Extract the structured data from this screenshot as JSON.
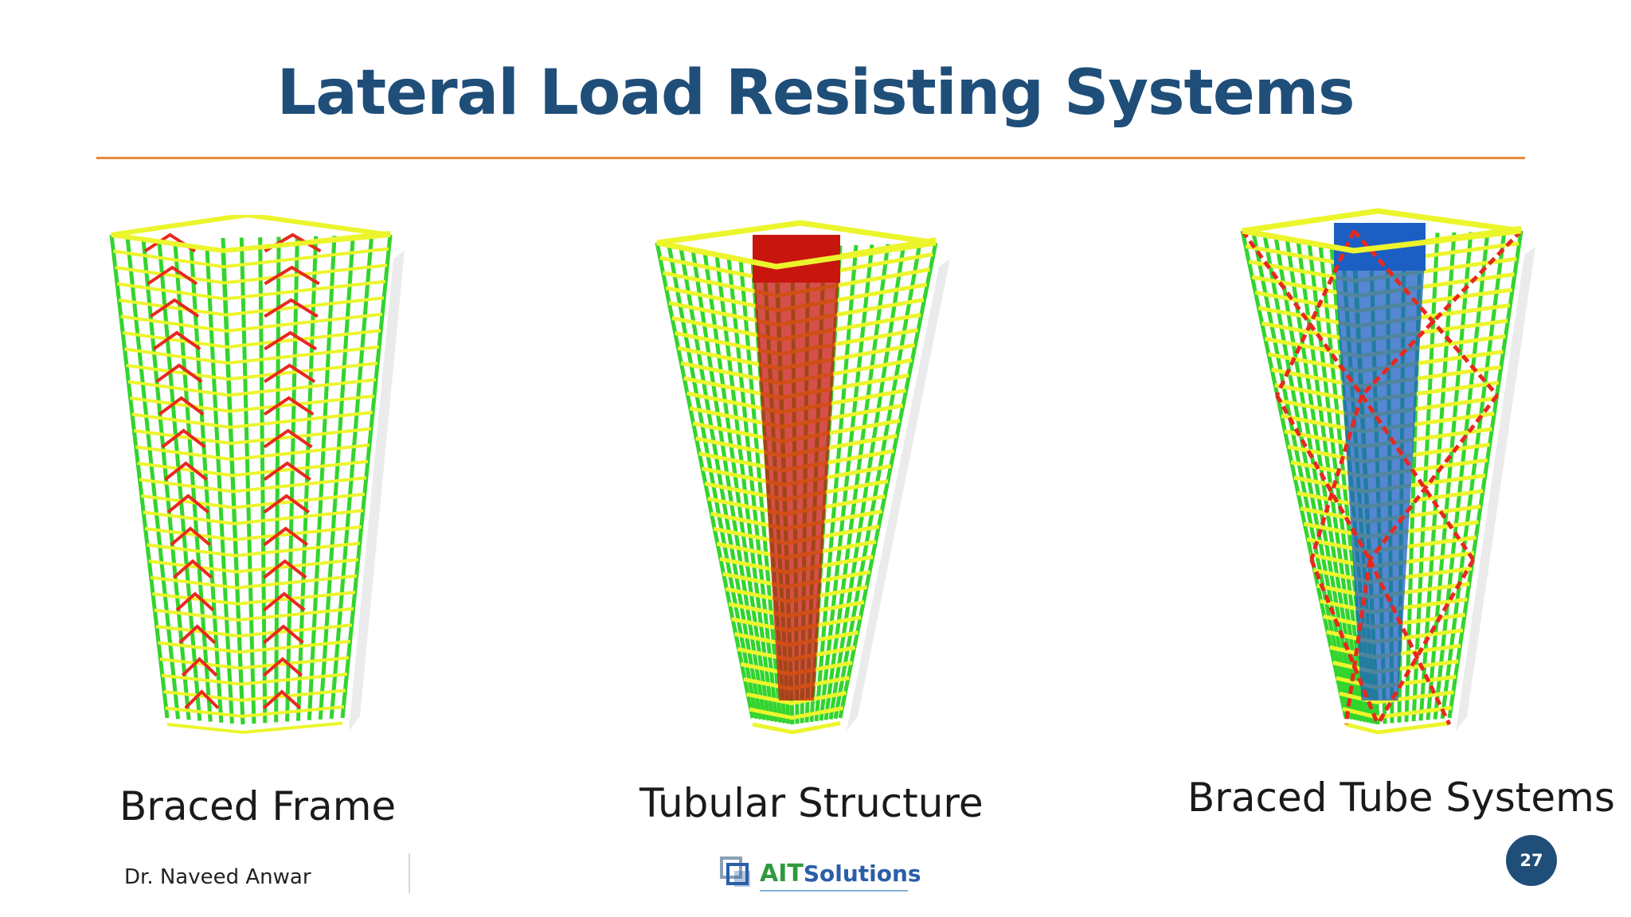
{
  "slide": {
    "title": "Lateral Load Resisting Systems",
    "page_number": "27",
    "author": "Dr. Naveed Anwar",
    "logo": {
      "ait": "AIT",
      "solutions": "Solutions"
    }
  },
  "panels": [
    {
      "caption": "Braced Frame",
      "core_color": "",
      "bracing": "chevron"
    },
    {
      "caption": "Tubular Structure",
      "core_color": "#c8160f",
      "bracing": "none"
    },
    {
      "caption": "Braced Tube Systems",
      "core_color": "#1c5fc4",
      "bracing": "x-diagonal"
    }
  ],
  "colors": {
    "title": "#1f4e79",
    "rule": "#e58a3a",
    "beam_yellow": "#ecf52c",
    "column_green": "#32d42e",
    "brace_red": "#e8281e",
    "badge": "#1f4e79"
  }
}
